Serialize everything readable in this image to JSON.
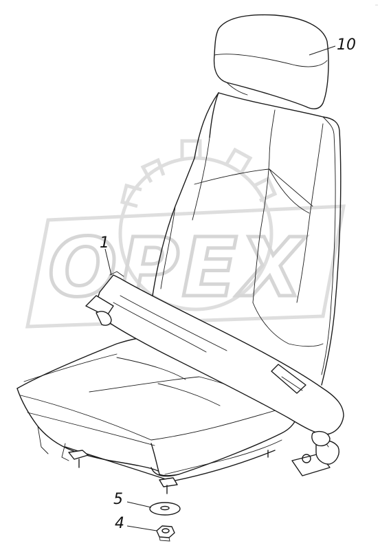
{
  "diagram": {
    "watermark_text": "OPEX",
    "corner_mark": "ᐩᐩ",
    "callouts": [
      {
        "label": "1",
        "part": "seat-belt"
      },
      {
        "label": "10",
        "part": "headrest"
      },
      {
        "label": "5",
        "part": "washer"
      },
      {
        "label": "4",
        "part": "nut"
      }
    ]
  }
}
